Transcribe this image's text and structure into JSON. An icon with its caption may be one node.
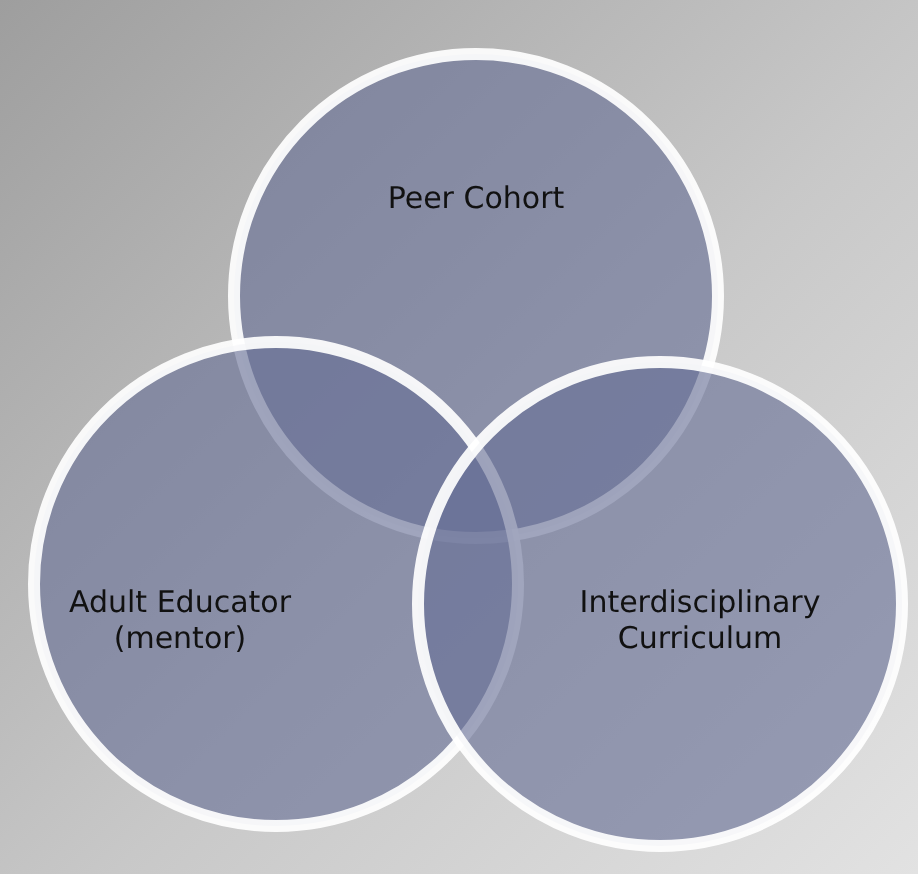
{
  "diagram": {
    "nodes": [
      {
        "text": [
          "Peer Cohort"
        ]
      },
      {
        "text": [
          "Adult Educator (mentor)"
        ]
      },
      {
        "text": [
          "Interdisciplinary Curriculum"
        ]
      }
    ]
  }
}
